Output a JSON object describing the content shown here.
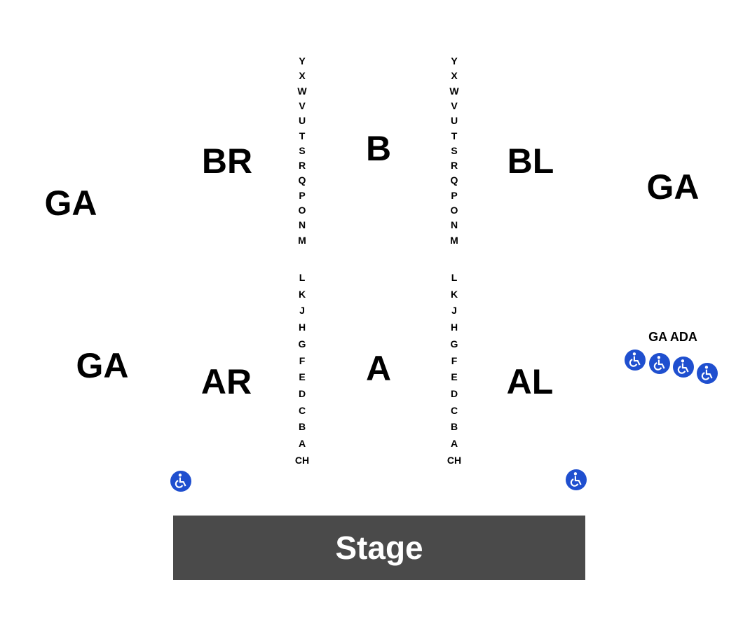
{
  "colors": {
    "background": "#ffffff",
    "text": "#000000",
    "stage": "#4a4a4a",
    "stage_text": "#ffffff",
    "accessible": "#1f4fcf"
  },
  "sections": {
    "ga_far_left_upper": "GA",
    "ga_far_left_lower": "GA",
    "ga_far_right": "GA",
    "br": "BR",
    "b": "B",
    "bl": "BL",
    "ar": "AR",
    "a": "A",
    "al": "AL"
  },
  "rows_upper": [
    "Y",
    "X",
    "W",
    "V",
    "U",
    "T",
    "S",
    "R",
    "Q",
    "P",
    "O",
    "N",
    "M"
  ],
  "rows_lower": [
    "L",
    "K",
    "J",
    "H",
    "G",
    "F",
    "E",
    "D",
    "C",
    "B",
    "A",
    "CH"
  ],
  "ga_ada_label": "GA ADA",
  "accessible_icon": "wheelchair-icon",
  "stage_label": "Stage"
}
